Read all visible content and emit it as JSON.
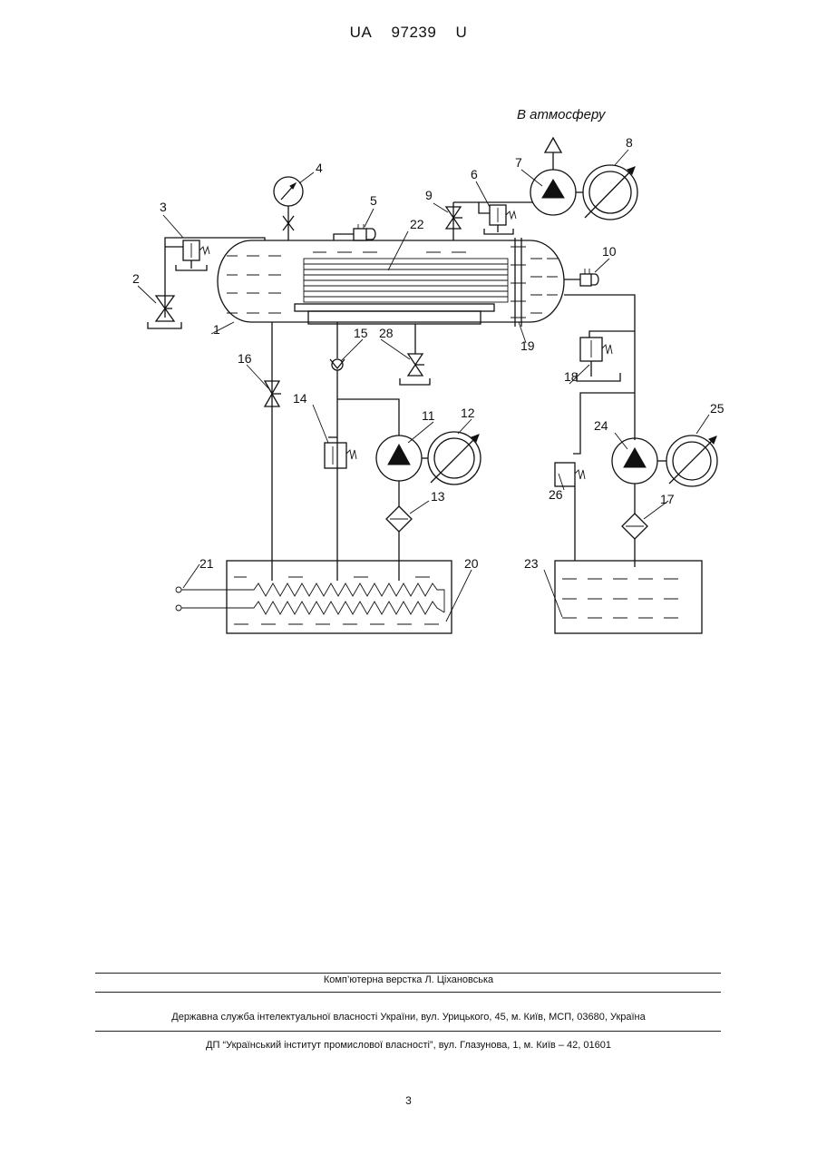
{
  "header": {
    "prefix": "UA",
    "number": "97239",
    "suffix": "U"
  },
  "diagram": {
    "note": "В атмосферу",
    "labels": [
      "1",
      "2",
      "3",
      "4",
      "5",
      "6",
      "7",
      "8",
      "9",
      "10",
      "11",
      "12",
      "13",
      "14",
      "15",
      "16",
      "17",
      "18",
      "19",
      "20",
      "21",
      "22",
      "23",
      "24",
      "25",
      "26",
      "28"
    ]
  },
  "footer": {
    "layout_credit": "Комп’ютерна верстка Л. Ціхановська",
    "office": "Державна служба інтелектуальної власності України, вул. Урицького, 45, м. Київ, МСП, 03680, Україна",
    "institute": "ДП “Український інститут промислової власності”, вул. Глазунова, 1, м. Київ – 42, 01601",
    "page": "3"
  }
}
